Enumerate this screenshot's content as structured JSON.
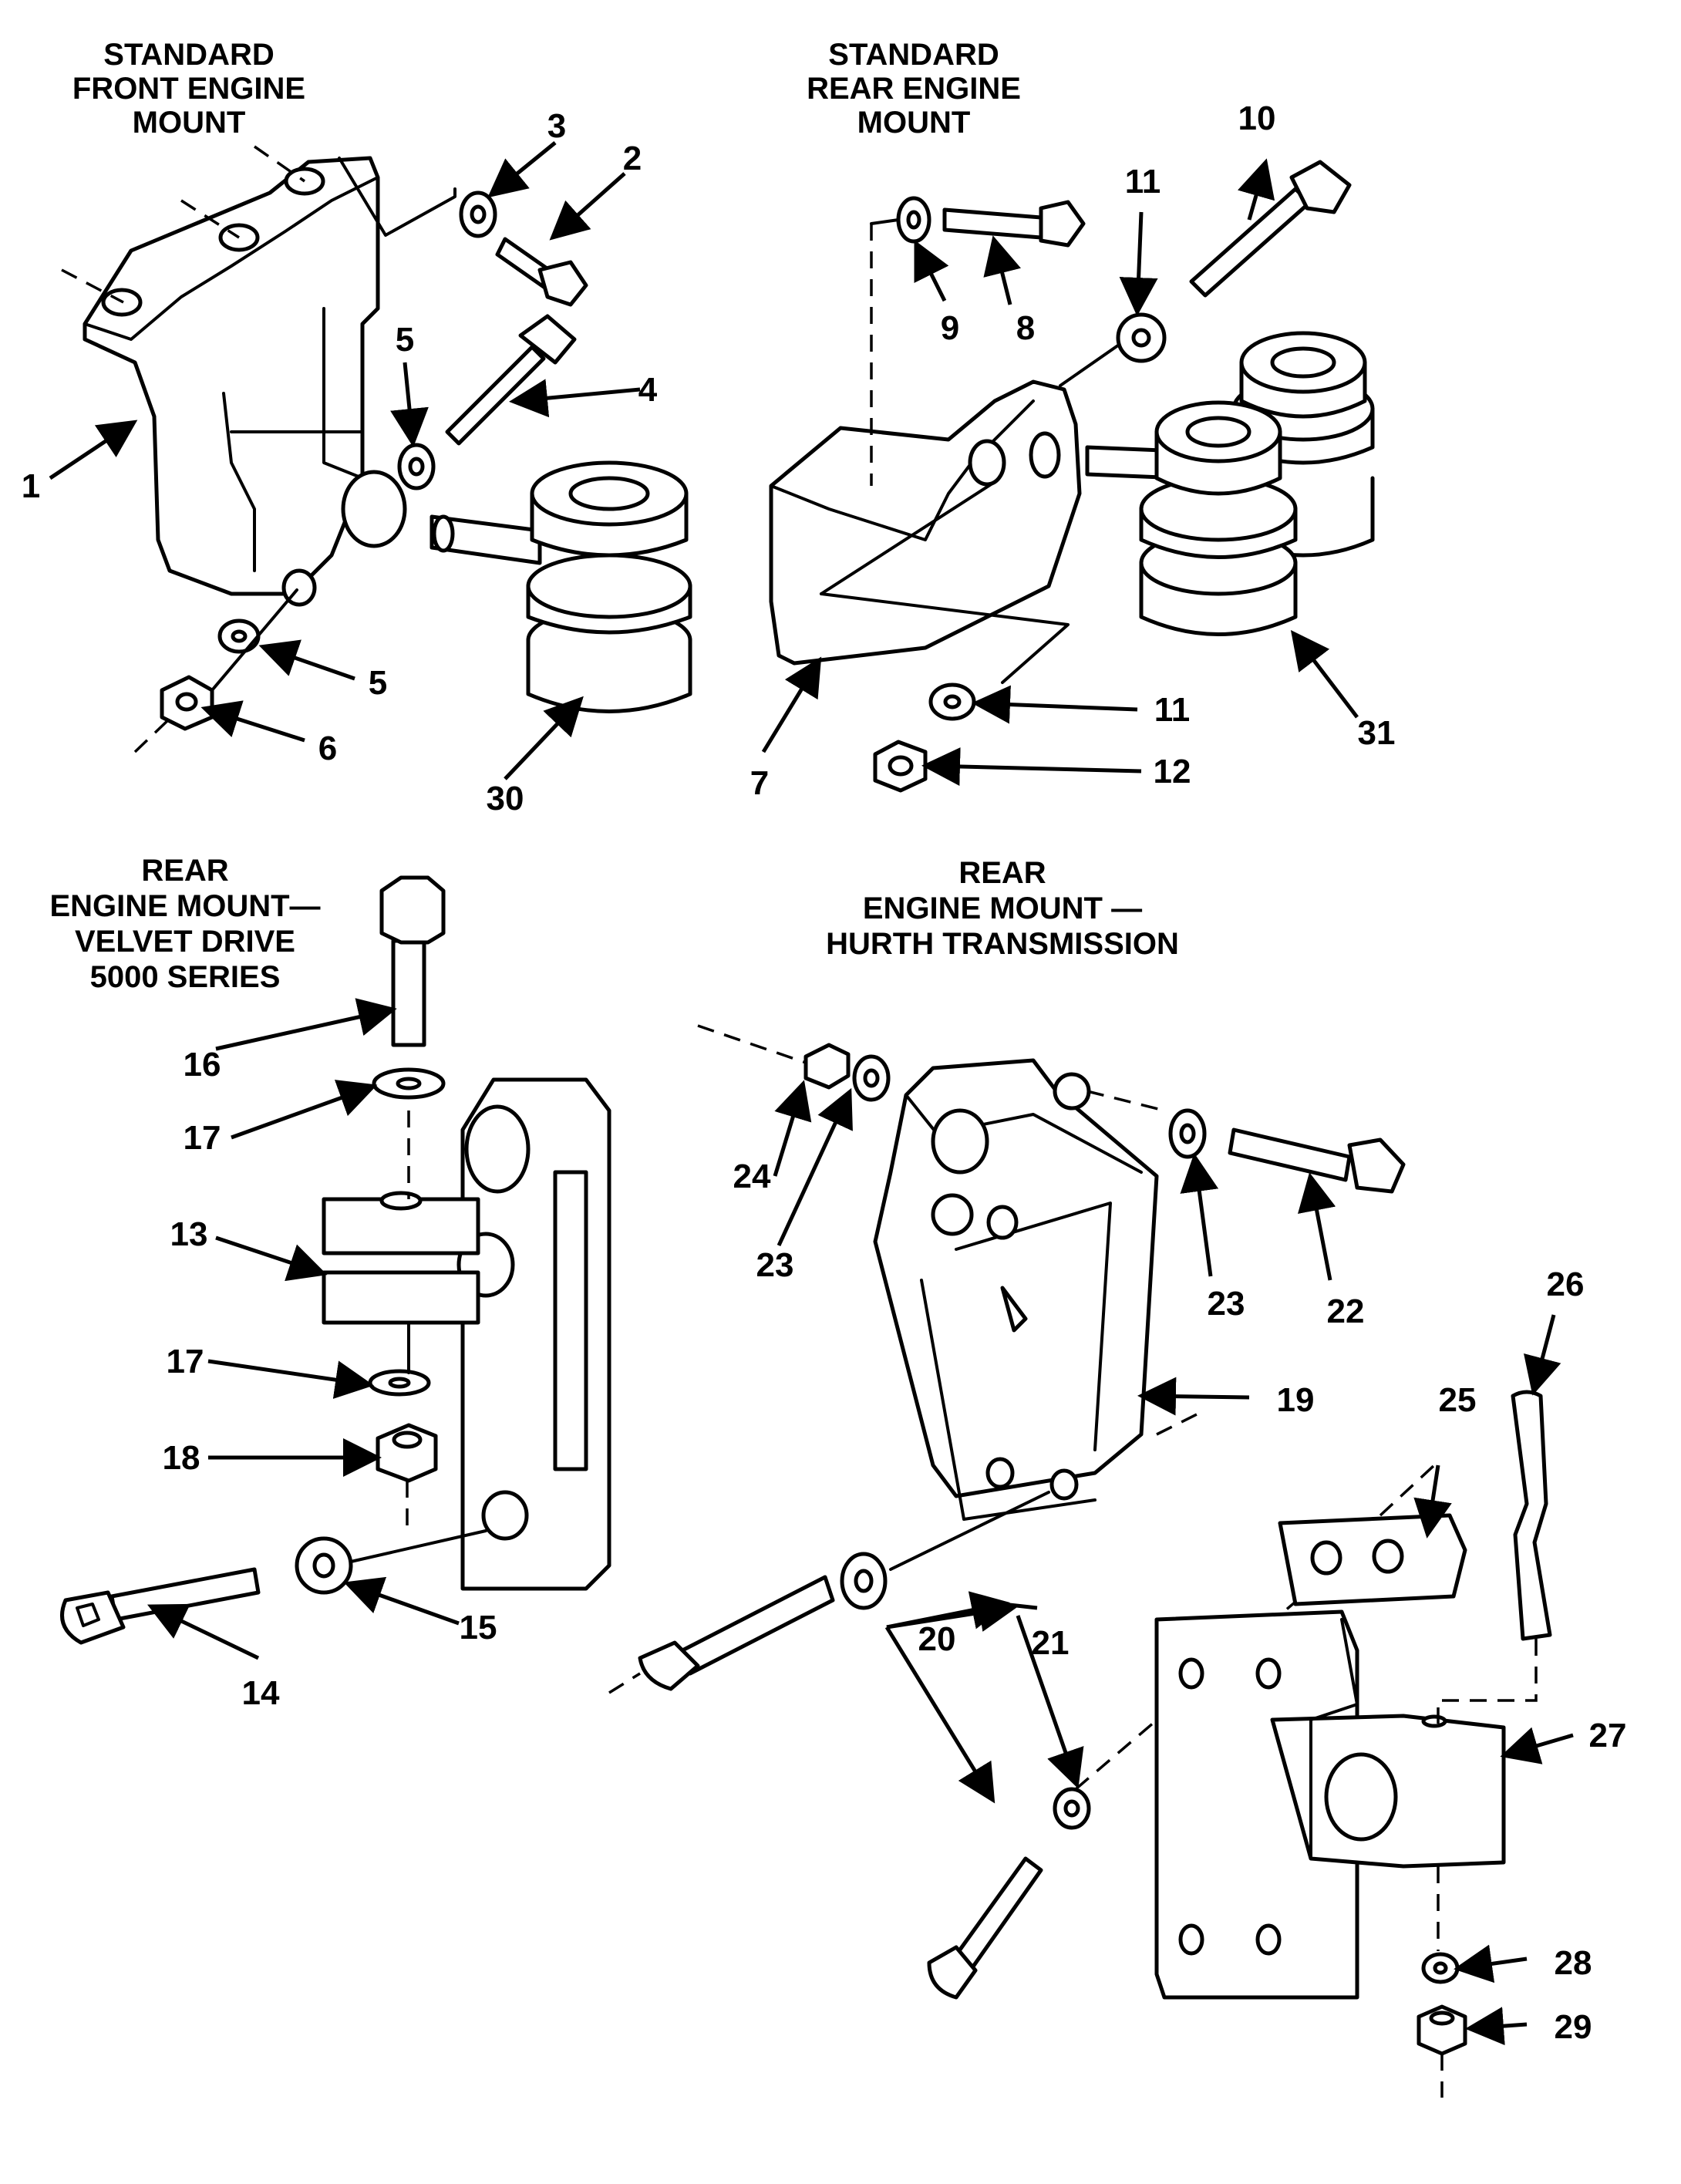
{
  "titles": {
    "front_mount": [
      "STANDARD",
      "FRONT ENGINE",
      "MOUNT"
    ],
    "rear_mount": [
      "STANDARD",
      "REAR ENGINE",
      "MOUNT"
    ],
    "velvet_drive": [
      "REAR",
      "ENGINE MOUNT—",
      "VELVET DRIVE",
      "5000 SERIES"
    ],
    "hurth": [
      "REAR",
      "ENGINE MOUNT —",
      "HURTH TRANSMISSION"
    ]
  },
  "callouts": {
    "c1": "1",
    "c2": "2",
    "c3": "3",
    "c4": "4",
    "c5a": "5",
    "c5b": "5",
    "c6": "6",
    "c7": "7",
    "c8": "8",
    "c9": "9",
    "c10": "10",
    "c11a": "11",
    "c11b": "11",
    "c12": "12",
    "c13": "13",
    "c14": "14",
    "c15": "15",
    "c16": "16",
    "c17a": "17",
    "c17b": "17",
    "c18": "18",
    "c19": "19",
    "c20": "20",
    "c21": "21",
    "c22": "22",
    "c23a": "23",
    "c23b": "23",
    "c24": "24",
    "c25": "25",
    "c26": "26",
    "c27": "27",
    "c28": "28",
    "c29": "29",
    "c30": "30",
    "c31": "31"
  }
}
